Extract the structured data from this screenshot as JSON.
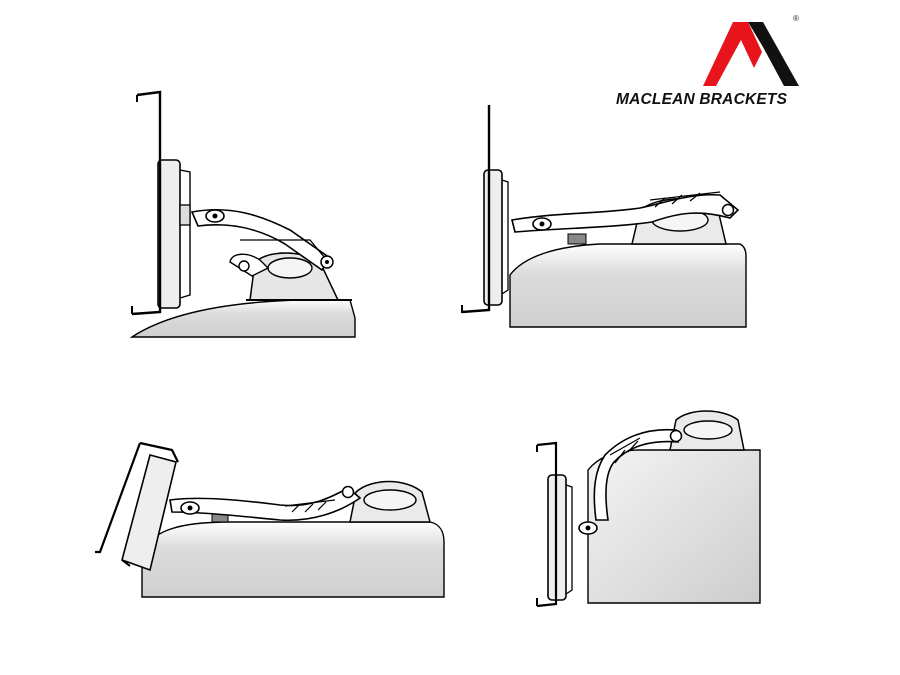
{
  "brand": {
    "name": "MACLEAN BRACKETS",
    "registered_mark": "®",
    "logo_letter": "M",
    "logo_colors": {
      "left": "#e8141b",
      "right": "#111111"
    }
  },
  "illustrations": [
    {
      "name": "mount-on-curved-dashboard-upright"
    },
    {
      "name": "mount-on-flat-surface-extended"
    },
    {
      "name": "mount-tilted-tablet-low-surface"
    },
    {
      "name": "mount-on-front-edge-vertical"
    }
  ]
}
